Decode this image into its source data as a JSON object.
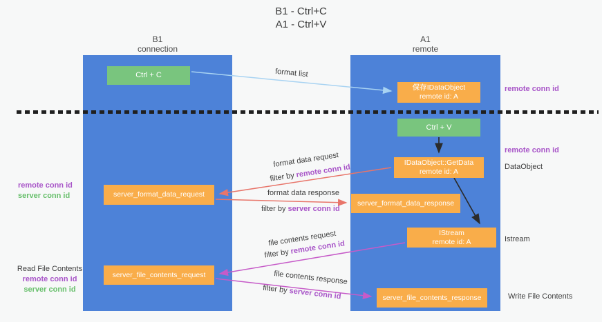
{
  "title": {
    "line1": "B1 - Ctrl+C",
    "line2": "A1 - Ctrl+V"
  },
  "lanes": {
    "left": {
      "title": "B1",
      "subtitle": "connection"
    },
    "right": {
      "title": "A1",
      "subtitle": "remote"
    }
  },
  "nodes": {
    "ctrl_c": {
      "label": "Ctrl + C"
    },
    "save_dataobject": {
      "line1": "保存IDataObject",
      "line2": "remote id: A"
    },
    "ctrl_v": {
      "label": "Ctrl + V"
    },
    "getdata": {
      "line1": "IDataObject::GetData",
      "line2": "remote id: A"
    },
    "format_request": {
      "label": "server_format_data_request"
    },
    "format_response": {
      "label": "server_format_data_response"
    },
    "istream": {
      "line1": "IStream",
      "line2": "remote id: A"
    },
    "file_request": {
      "label": "server_file_contents_request"
    },
    "file_response": {
      "label": "server_file_contents_response"
    }
  },
  "edge_labels": {
    "format_list": "format list",
    "format_data_request": "format data request",
    "format_data_response": "format data response",
    "file_contents_request": "file contents request",
    "file_contents_response": "file contents response",
    "filter_by": "filter by ",
    "remote_conn_id": "remote conn id",
    "server_conn_id": "server conn id"
  },
  "side_labels": {
    "remote_conn_id": "remote conn id",
    "server_conn_id": "server conn id",
    "dataobject": "DataObject",
    "istream": "Istream",
    "read_file_contents": "Read File Contents",
    "write_file_contents": "Write File Contents"
  },
  "colors": {
    "lane_blue": "#4d82d8",
    "node_orange": "#f9ad4a",
    "node_green": "#79c57e",
    "arrow_light_blue": "#a8d3f2",
    "arrow_red": "#e8756a",
    "arrow_magenta": "#c65bc8",
    "arrow_black": "#2b2b2b",
    "text_purple": "#a855c8",
    "text_green": "#67bf6b",
    "divider_black": "#202020"
  }
}
